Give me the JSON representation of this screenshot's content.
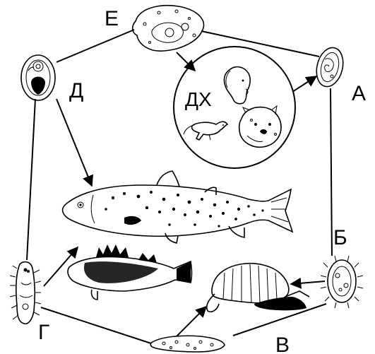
{
  "labels": {
    "A": "А",
    "B": "Б",
    "V": "В",
    "G": "Г",
    "D": "Д",
    "E": "Е",
    "DH": "ДХ"
  },
  "colors": {
    "ink": "#000000",
    "background": "#ffffff"
  }
}
